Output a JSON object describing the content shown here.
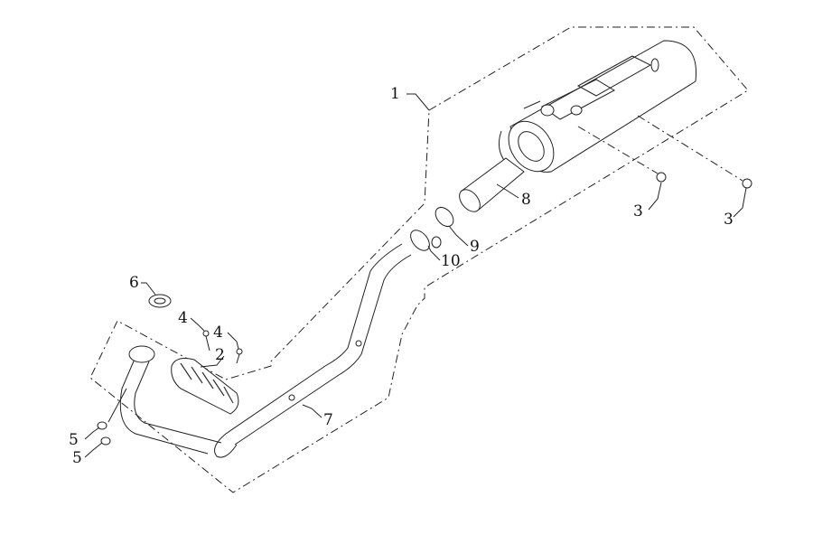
{
  "diagram": {
    "type": "exploded-parts-diagram",
    "callouts": [
      {
        "id": "c1",
        "text": "1"
      },
      {
        "id": "c2",
        "text": "2"
      },
      {
        "id": "c3a",
        "text": "3"
      },
      {
        "id": "c3b",
        "text": "3"
      },
      {
        "id": "c4a",
        "text": "4"
      },
      {
        "id": "c4b",
        "text": "4"
      },
      {
        "id": "c5a",
        "text": "5"
      },
      {
        "id": "c5b",
        "text": "5"
      },
      {
        "id": "c6",
        "text": "6"
      },
      {
        "id": "c7",
        "text": "7"
      },
      {
        "id": "c8",
        "text": "8"
      },
      {
        "id": "c9",
        "text": "9"
      },
      {
        "id": "c10",
        "text": "10"
      }
    ]
  }
}
